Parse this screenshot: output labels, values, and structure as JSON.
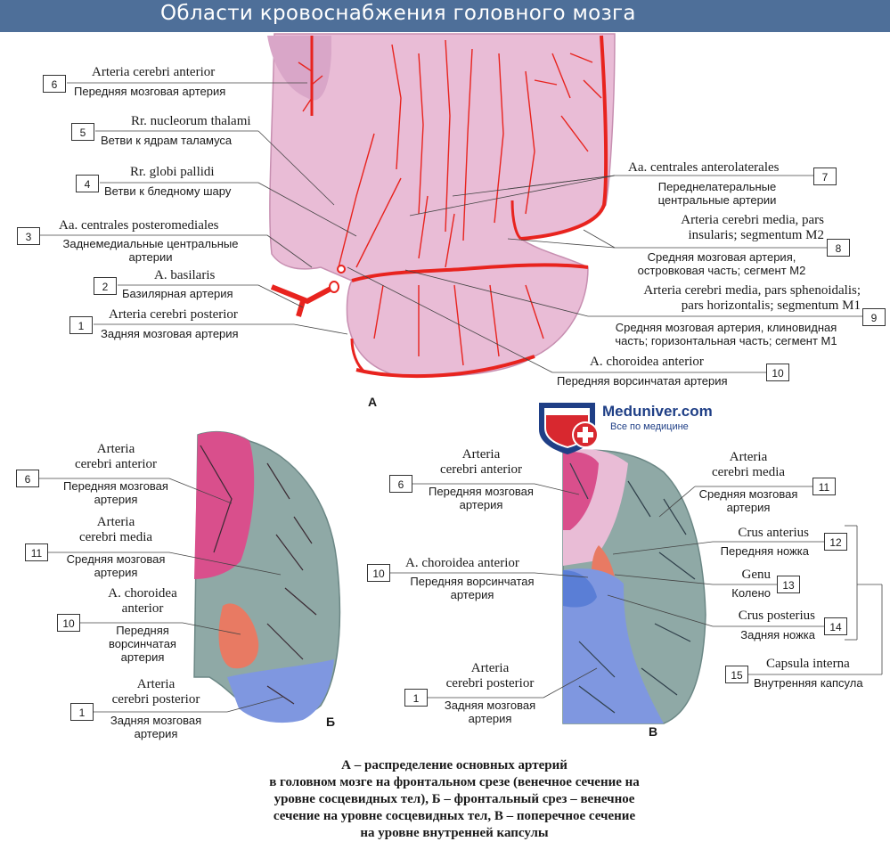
{
  "banner": {
    "title": "Области кровоснабжения головного мозга"
  },
  "panel_a": {
    "letter": "А",
    "labels": [
      {
        "num": "6",
        "latin": "Arteria cerebri anterior",
        "russian": "Передняя мозговая артерия"
      },
      {
        "num": "5",
        "latin": "Rr. nucleorum thalami",
        "russian": "Ветви к ядрам таламуса"
      },
      {
        "num": "4",
        "latin": "Rr. globi pallidi",
        "russian": "Ветви к бледному шару"
      },
      {
        "num": "3",
        "latin": "Aa. centrales posteromediales",
        "russian": [
          "Заднемедиальные центральные",
          "артерии"
        ]
      },
      {
        "num": "2",
        "latin": "A. basilaris",
        "russian": "Базилярная артерия"
      },
      {
        "num": "1",
        "latin": "Arteria cerebri posterior",
        "russian": "Задняя мозговая артерия"
      },
      {
        "num": "7",
        "latin": "Aa. centrales anterolaterales",
        "russian": [
          "Переднелатеральные",
          "центральные артерии"
        ]
      },
      {
        "num": "8",
        "latin": [
          "Arteria cerebri media, pars",
          "insularis; segmentum M2"
        ],
        "russian": [
          "Средняя мозговая артерия,",
          "островковая часть; сегмент M2"
        ]
      },
      {
        "num": "9",
        "latin": [
          "Arteria cerebri media, pars sphenoidalis;",
          "pars horizontalis; segmentum M1"
        ],
        "russian": [
          "Средняя мозговая артерия, клиновидная",
          "часть; горизонтальная часть; сегмент M1"
        ]
      },
      {
        "num": "10",
        "latin": "A. choroidea anterior",
        "russian": "Передняя ворсинчатая артерия"
      }
    ]
  },
  "panel_b": {
    "letter": "Б",
    "labels": [
      {
        "num": "6",
        "latin": [
          "Arteria",
          "cerebri anterior"
        ],
        "russian": [
          "Передняя мозговая",
          "артерия"
        ]
      },
      {
        "num": "11",
        "latin": [
          "Arteria",
          "cerebri media"
        ],
        "russian": [
          "Средняя мозговая",
          "артерия"
        ]
      },
      {
        "num": "10",
        "latin": [
          "A. choroidea",
          "anterior"
        ],
        "russian": [
          "Передняя",
          "ворсинчатая",
          "артерия"
        ]
      },
      {
        "num": "1",
        "latin": [
          "Arteria",
          "cerebri posterior"
        ],
        "russian": [
          "Задняя мозговая",
          "артерия"
        ]
      }
    ]
  },
  "panel_c": {
    "letter": "В",
    "labels": [
      {
        "num": "6",
        "latin": [
          "Arteria",
          "cerebri anterior"
        ],
        "russian": [
          "Передняя мозговая",
          "артерия"
        ]
      },
      {
        "num": "10",
        "latin": "A. choroidea anterior",
        "russian": [
          "Передняя ворсинчатая",
          "артерия"
        ]
      },
      {
        "num": "1",
        "latin": [
          "Arteria",
          "cerebri posterior"
        ],
        "russian": [
          "Задняя мозговая",
          "артерия"
        ]
      },
      {
        "num": "11",
        "latin": [
          "Arteria",
          "cerebri media"
        ],
        "russian": [
          "Средняя мозговая",
          "артерия"
        ]
      },
      {
        "num": "12",
        "latin": "Crus anterius",
        "russian": "Передняя ножка"
      },
      {
        "num": "13",
        "latin": "Genu",
        "russian": "Колено"
      },
      {
        "num": "14",
        "latin": "Crus posterius",
        "russian": "Задняя ножка"
      },
      {
        "num": "15",
        "latin": "Capsula interna",
        "russian": "Внутренняя капсула"
      }
    ]
  },
  "logo": {
    "name": "Meduniver.com",
    "tagline": "Все по медицине"
  },
  "caption": [
    "А – распределение основных артерий",
    "в головном мозге на фронтальном срезе (венечное сечение на",
    "уровне сосцевидных тел), Б – фронтальный срез – венечное",
    "сечение на уровне сосцевидных тел, В – поперечное сечение",
    "на уровне внутренней капсулы"
  ],
  "colors": {
    "banner": "#4e6f99",
    "artery": "#e8231e",
    "tissue_pink": "#e9bcd6",
    "anterior_territory": "#d94f8c",
    "middle_territory": "#8fa9a6",
    "posterior_territory": "#7f97e0",
    "choroidal_territory": "#e87a63"
  }
}
